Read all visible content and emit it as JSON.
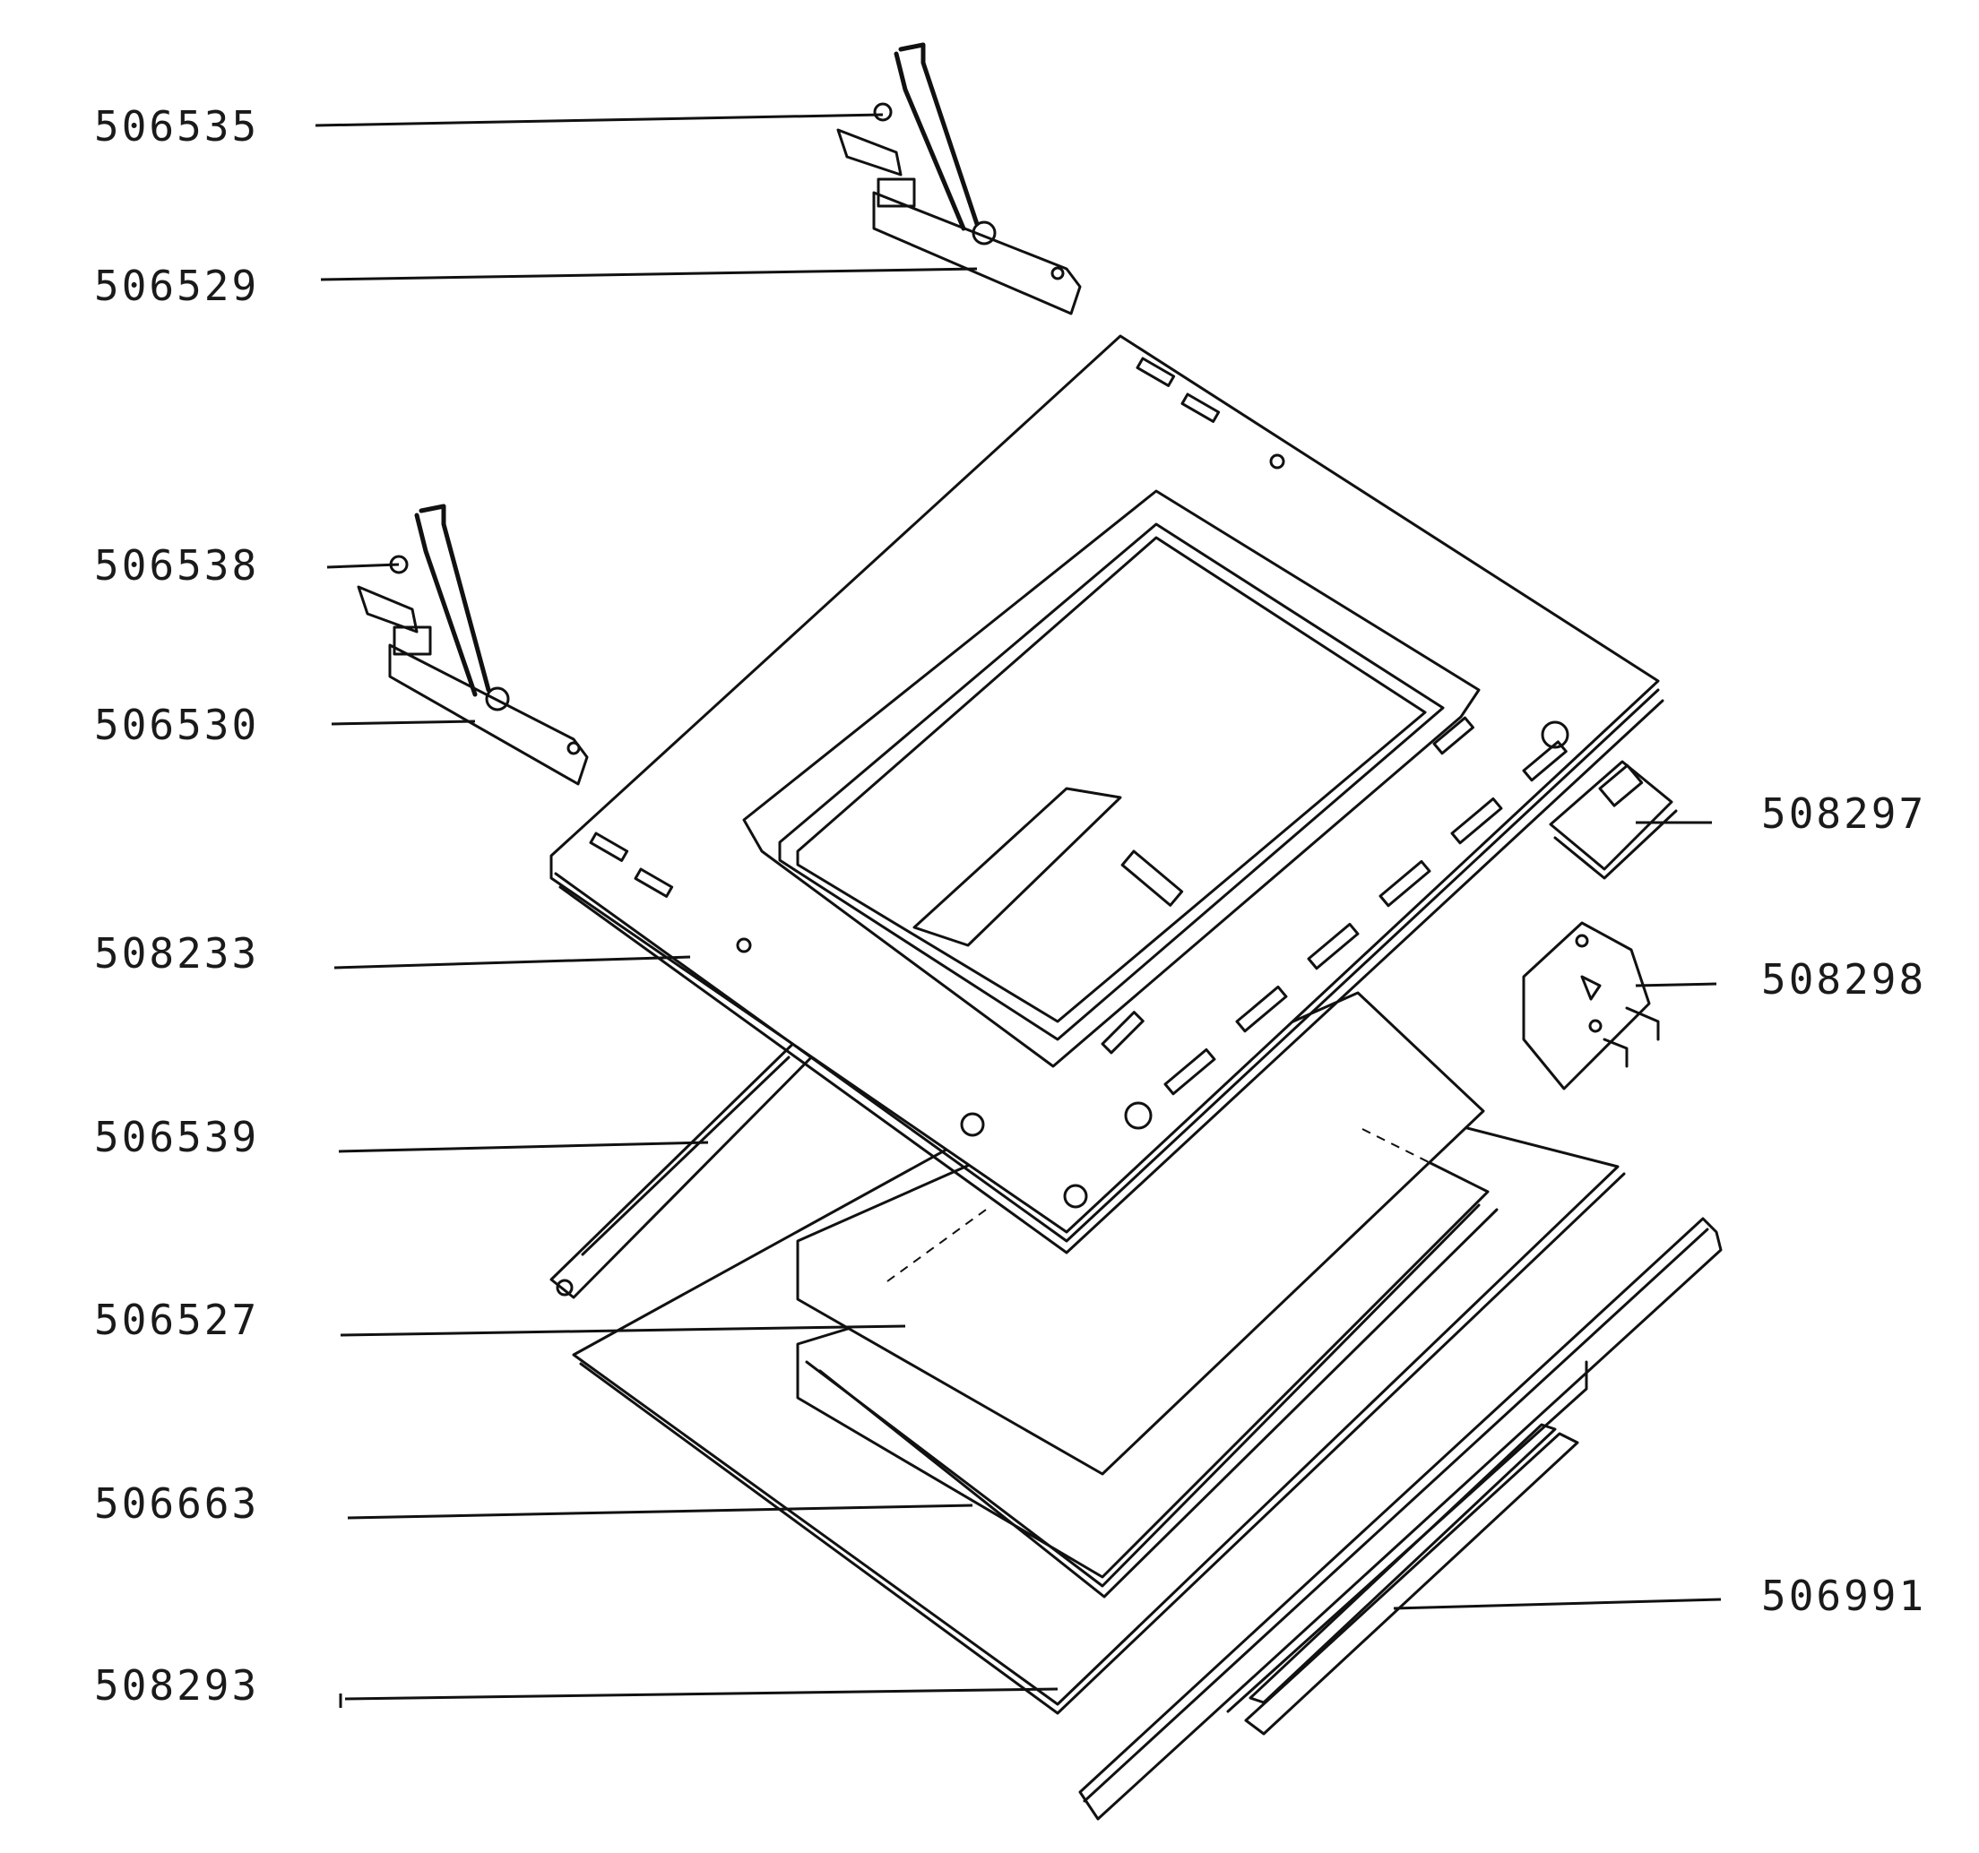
{
  "parts": {
    "p506535": "506535",
    "p506529": "506529",
    "p506538": "506538",
    "p506530": "506530",
    "p508233": "508233",
    "p506539": "506539",
    "p506527": "506527",
    "p506663": "506663",
    "p508293": "508293",
    "p508297": "508297",
    "p508298": "508298",
    "p506991": "506991"
  }
}
